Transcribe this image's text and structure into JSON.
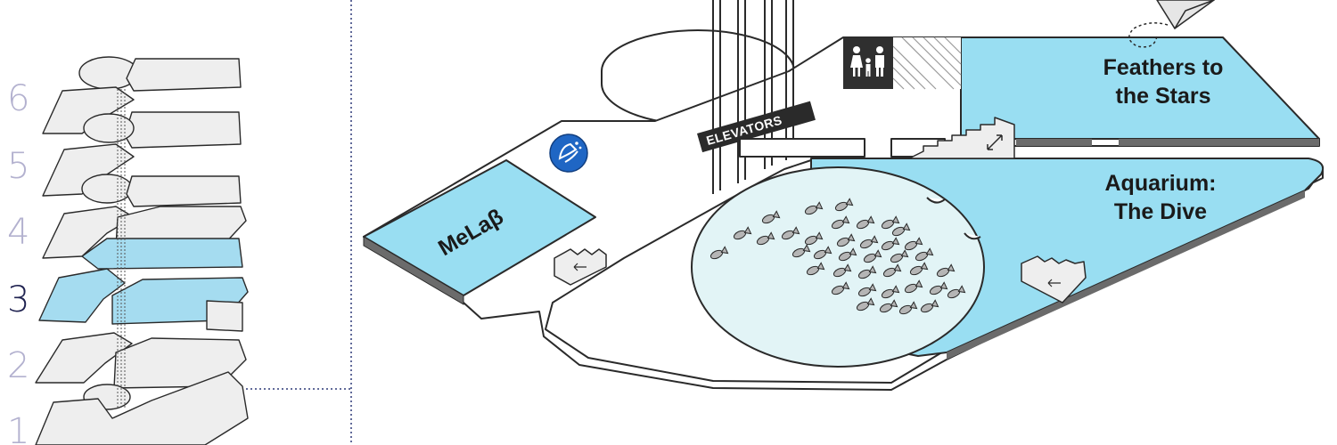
{
  "floor_selector": {
    "floors": [
      {
        "label": "6",
        "active": false
      },
      {
        "label": "5",
        "active": false
      },
      {
        "label": "4",
        "active": false
      },
      {
        "label": "3",
        "active": true
      },
      {
        "label": "2",
        "active": false
      },
      {
        "label": "1",
        "active": false
      }
    ],
    "inactive_color": "#b3b1cf",
    "active_color": "#1f2250",
    "highlight_color": "#a5dcf0"
  },
  "map": {
    "zones": {
      "mela": "MeLaβ",
      "feathers_line1": "Feathers to",
      "feathers_line2": "the Stars",
      "aquarium_line1": "Aquarium:",
      "aquarium_line2": "The Dive"
    },
    "elevators_label": "ELEVATORS",
    "icons": [
      "family-restroom-icon",
      "hand-washing-icon",
      "stairs-icon",
      "paper-plane-icon",
      "fish-icon"
    ],
    "zone_color": "#99def2",
    "pool_color": "#e2f4f6"
  }
}
